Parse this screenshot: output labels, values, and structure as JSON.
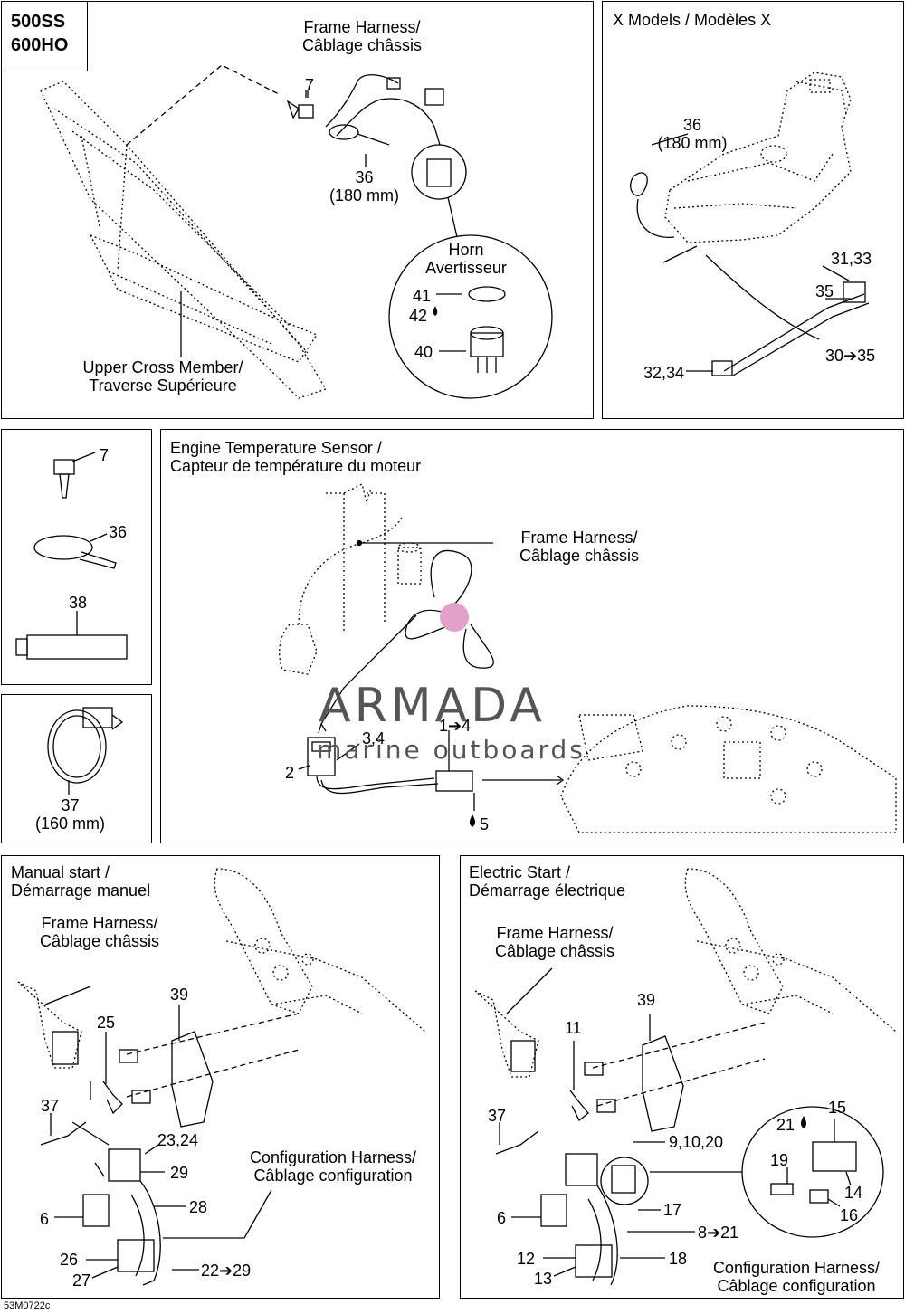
{
  "models_box": [
    "500SS",
    "600HO"
  ],
  "top_left": {
    "frame_harness": [
      "Frame Harness/",
      "Câblage châssis"
    ],
    "upper_cross_member": [
      "Upper Cross Member/",
      "Traverse Supérieure"
    ],
    "horn": [
      "Horn",
      "Avertisseur"
    ],
    "callouts": {
      "p7": "7",
      "p36": "36",
      "p36_len": "(180 mm)",
      "p41": "41",
      "p42": "42",
      "p40": "40"
    }
  },
  "x_models": {
    "title": "X Models / Modèles X",
    "callouts": {
      "p36": "36",
      "p36_len": "(180 mm)",
      "p31_33": "31,33",
      "p35": "35",
      "p30_35": "30➔35",
      "p32_34": "32,34"
    }
  },
  "parts_legend": {
    "p7": "7",
    "p36": "36",
    "p38": "38"
  },
  "clamp_box": {
    "p37": "37",
    "p37_len": "(160 mm)"
  },
  "engine_temp": {
    "title": [
      "Engine Temperature Sensor /",
      "Capteur de température du moteur"
    ],
    "frame_harness": [
      "Frame Harness/",
      "Câblage châssis"
    ],
    "callouts": {
      "p3_4": "3,4",
      "p1_4": "1➔4",
      "p2": "2",
      "p5": "5"
    }
  },
  "watermark": {
    "name": "ARMADA",
    "tagline": "marine outboards",
    "color": "#e3a0c8"
  },
  "manual_start": {
    "title": [
      "Manual start /",
      "Démarrage manuel"
    ],
    "frame_harness": [
      "Frame Harness/",
      "Câblage châssis"
    ],
    "config_harness": [
      "Configuration Harness/",
      "Câblage configuration"
    ],
    "callouts": {
      "p39": "39",
      "p25": "25",
      "p37": "37",
      "p23_24": "23,24",
      "p29": "29",
      "p28": "28",
      "p6": "6",
      "p26": "26",
      "p27": "27",
      "p22_29": "22➔29"
    }
  },
  "electric_start": {
    "title": [
      "Electric Start /",
      "Démarrage électrique"
    ],
    "frame_harness": [
      "Frame Harness/",
      "Câblage châssis"
    ],
    "config_harness": [
      "Configuration Harness/",
      "Câblage configuration"
    ],
    "callouts": {
      "p39": "39",
      "p11": "11",
      "p37": "37",
      "p9_10_20": "9,10,20",
      "p6": "6",
      "p17": "17",
      "p8_21": "8➔21",
      "p12": "12",
      "p13": "13",
      "p18": "18",
      "p15": "15",
      "p21": "21",
      "p19": "19",
      "p14": "14",
      "p16": "16"
    }
  },
  "figure_code": "53M0722c"
}
